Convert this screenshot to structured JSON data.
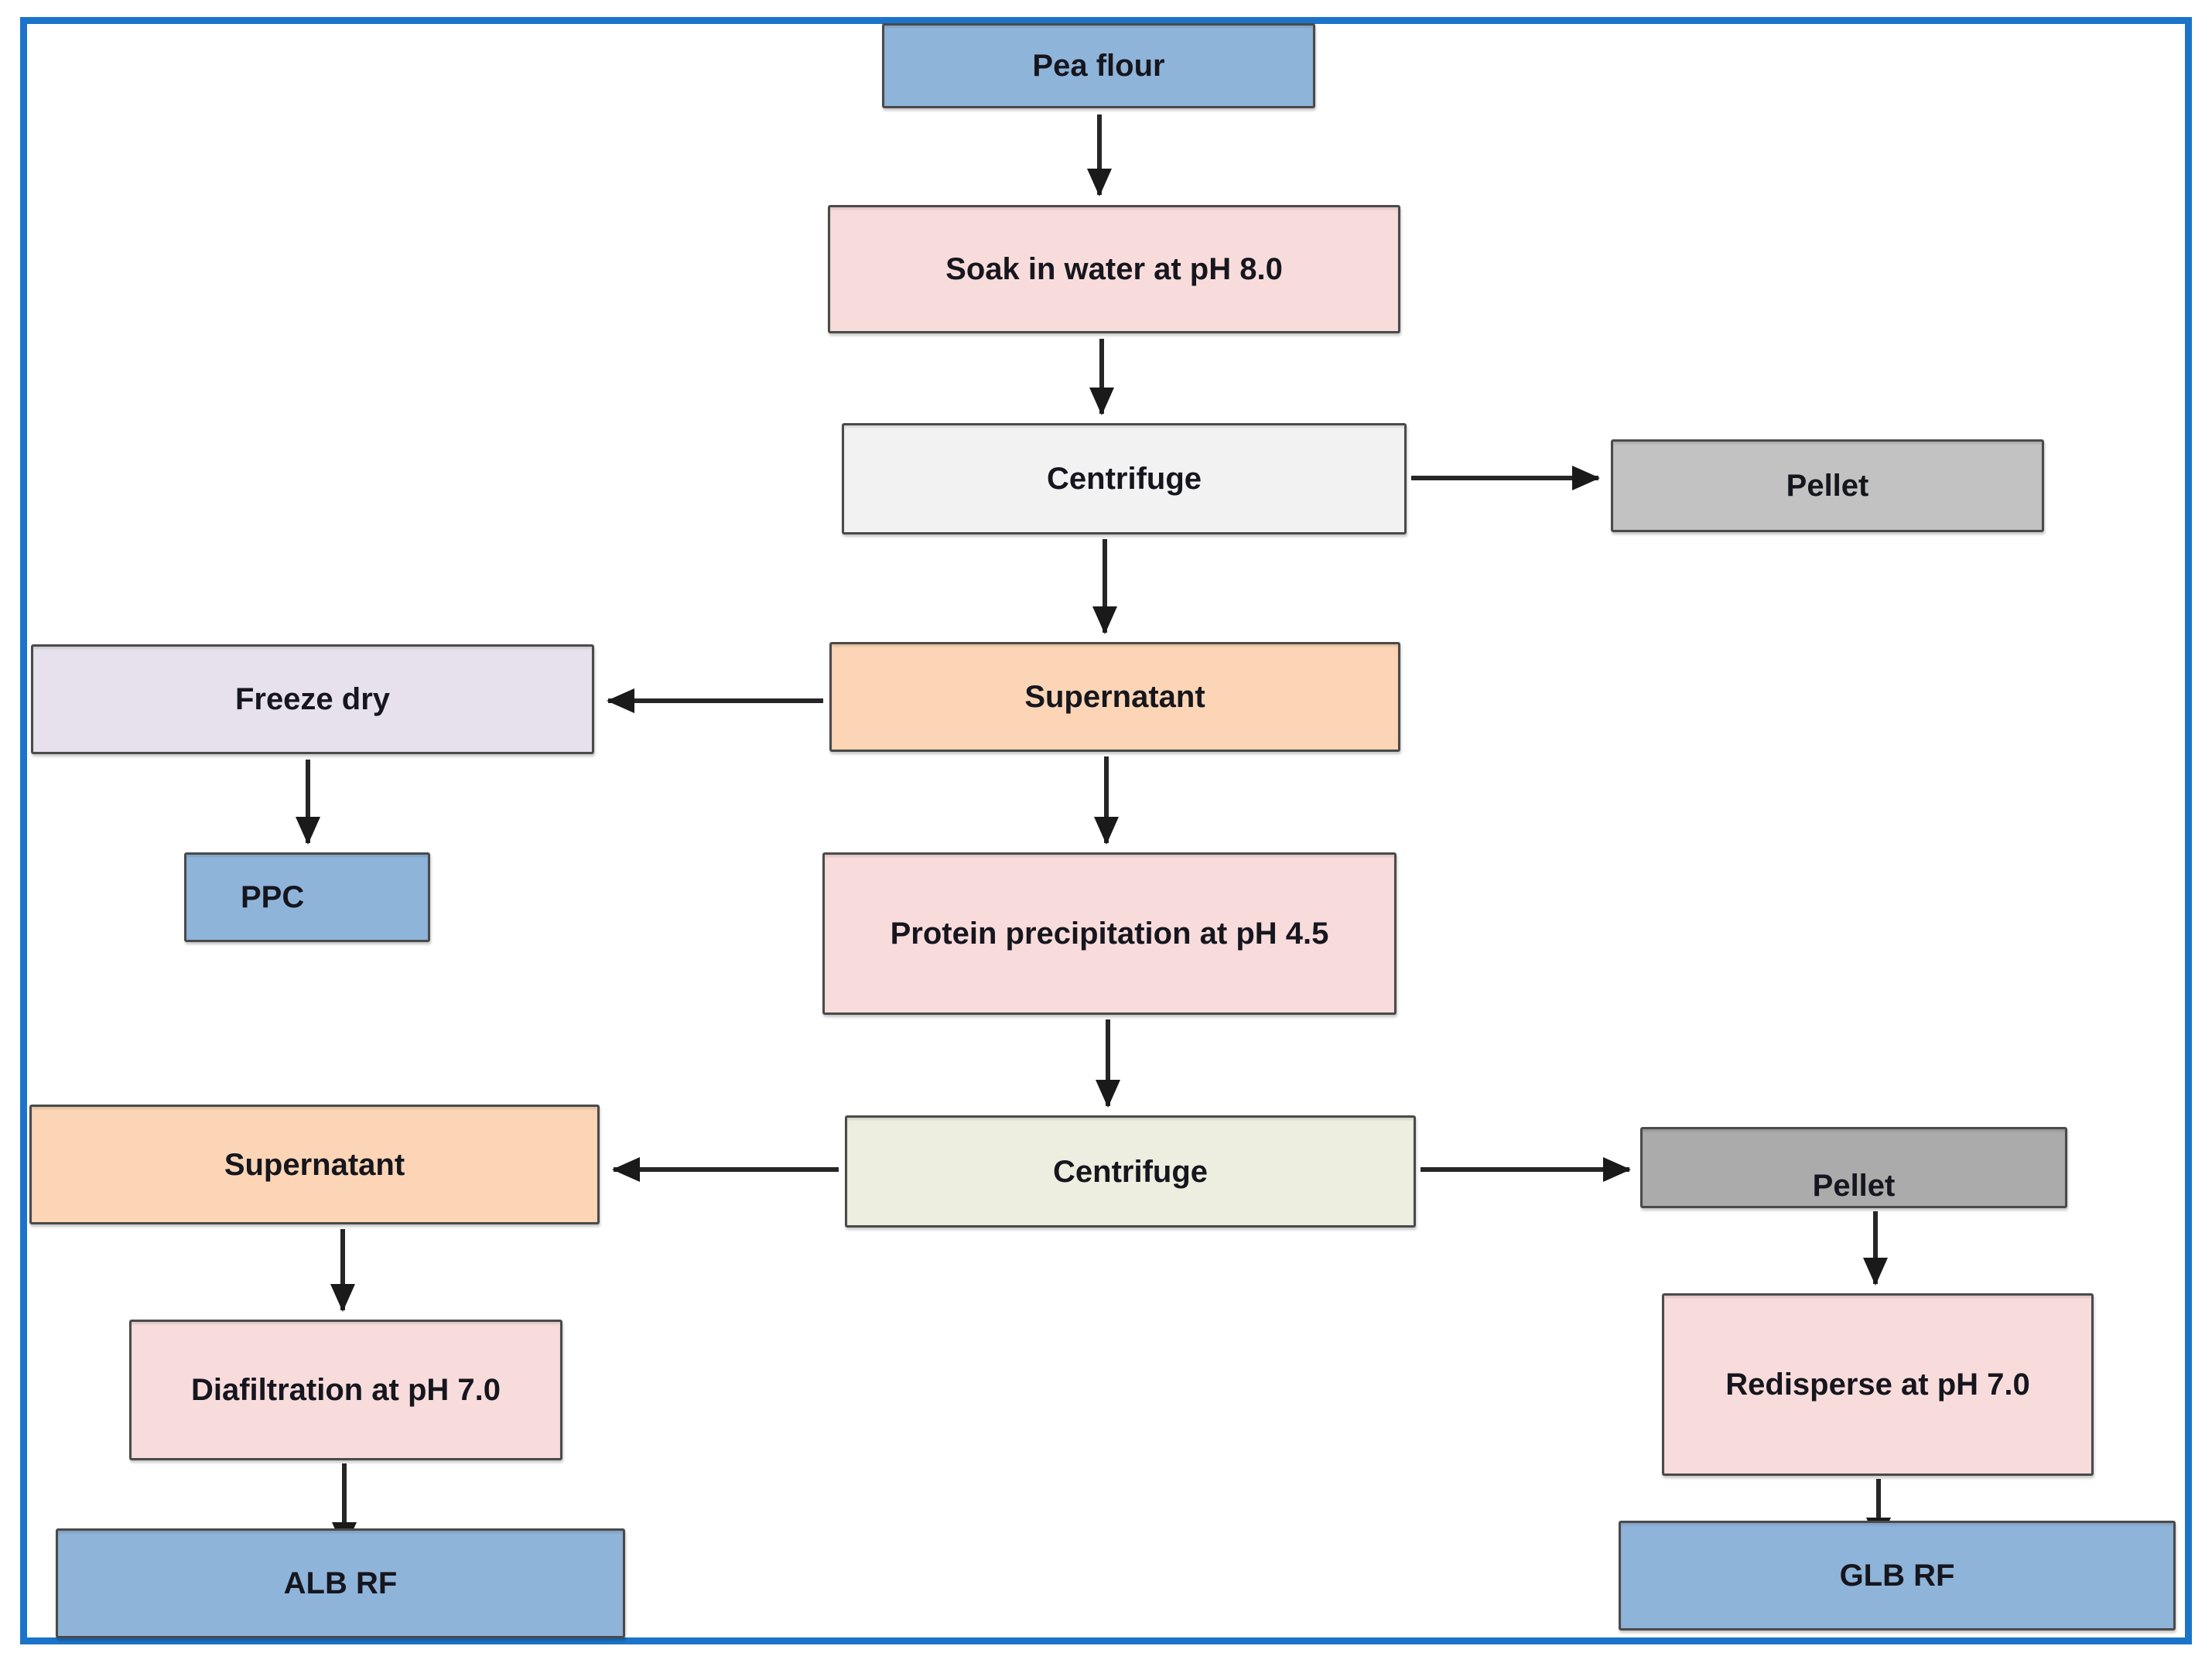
{
  "palette": {
    "frame_blue": "#1B74C9",
    "node_blue": "#8FB4D9",
    "node_pink": "#F8DCDC",
    "node_orange": "#FBD5B5",
    "node_lavender": "#E7E1ED",
    "node_white": "#F2F2F2",
    "node_ivory": "#EDEDE0",
    "node_gray_light": "#C2C2C2",
    "node_gray": "#ABABAB",
    "node_border": "#4A4A4A",
    "arrow": "#262626",
    "text": "#16161E"
  },
  "nodes": {
    "pea_flour": {
      "label": "Pea flour",
      "fill": "#8FB4D9"
    },
    "soak": {
      "label": "Soak in water at pH 8.0",
      "fill": "#F8DCDC"
    },
    "centrifuge_1": {
      "label": "Centrifuge",
      "fill": "#F2F2F2"
    },
    "pellet_1": {
      "label": "Pellet",
      "fill": "#C2C2C2"
    },
    "supernatant_1": {
      "label": "Supernatant",
      "fill": "#FBD5B5"
    },
    "freeze_dry": {
      "label": "Freeze dry",
      "fill": "#E7E1ED"
    },
    "ppc": {
      "label": "PPC",
      "fill": "#8FB4D9"
    },
    "protein_precipitation": {
      "label": "Protein precipitation at pH 4.5",
      "fill": "#F8DCDC"
    },
    "centrifuge_2": {
      "label": "Centrifuge",
      "fill": "#EDEDE0"
    },
    "supernatant_2": {
      "label": "Supernatant",
      "fill": "#FBD5B5"
    },
    "pellet_2": {
      "label": "Pellet",
      "fill": "#ABABAB"
    },
    "diafiltration": {
      "label": "Diafiltration at pH 7.0",
      "fill": "#F8DCDC"
    },
    "alb_rf": {
      "label": "ALB RF",
      "fill": "#8FB4D9"
    },
    "redisperse": {
      "label": "Redisperse at pH 7.0",
      "fill": "#F8DCDC"
    },
    "glb_rf": {
      "label": "GLB RF",
      "fill": "#8FB4D9"
    }
  },
  "edges": [
    {
      "from": "pea_flour",
      "to": "soak"
    },
    {
      "from": "soak",
      "to": "centrifuge_1"
    },
    {
      "from": "centrifuge_1",
      "to": "pellet_1"
    },
    {
      "from": "centrifuge_1",
      "to": "supernatant_1"
    },
    {
      "from": "supernatant_1",
      "to": "freeze_dry"
    },
    {
      "from": "freeze_dry",
      "to": "ppc"
    },
    {
      "from": "supernatant_1",
      "to": "protein_precipitation"
    },
    {
      "from": "protein_precipitation",
      "to": "centrifuge_2"
    },
    {
      "from": "centrifuge_2",
      "to": "supernatant_2"
    },
    {
      "from": "centrifuge_2",
      "to": "pellet_2"
    },
    {
      "from": "supernatant_2",
      "to": "diafiltration"
    },
    {
      "from": "diafiltration",
      "to": "alb_rf"
    },
    {
      "from": "pellet_2",
      "to": "redisperse"
    },
    {
      "from": "redisperse",
      "to": "glb_rf"
    }
  ]
}
